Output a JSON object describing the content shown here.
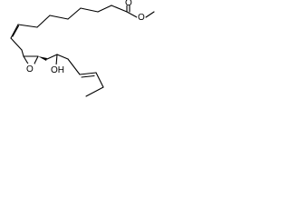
{
  "molecule": {
    "atoms": {
      "ester_carbonyl_oxygen": "O",
      "ester_ether_oxygen": "O",
      "epoxide_oxygen": "O",
      "hydroxyl": "OH"
    }
  }
}
